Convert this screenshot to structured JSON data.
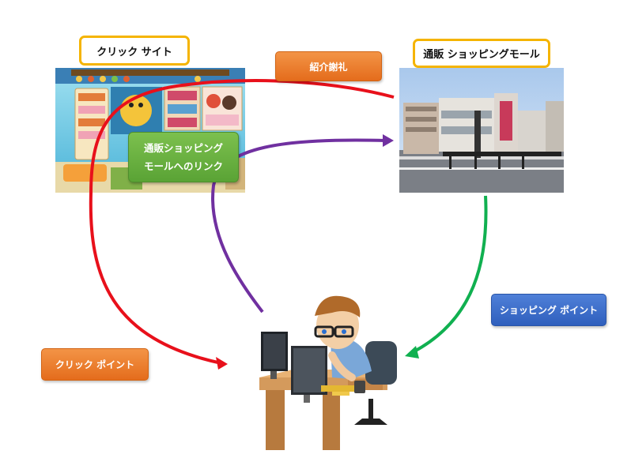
{
  "labels": {
    "click_site": "クリック サイト",
    "mall": "通販 ショッピングモール"
  },
  "buttons": {
    "referral_reward": "紹介謝礼",
    "shopping_point": "ショッピング ポイント",
    "click_point": "クリック ポイント"
  },
  "link_box": {
    "line1": "通販ショッピング",
    "line2": "モールへのリンク"
  },
  "colors": {
    "red_arrow": "#e8101b",
    "purple_arrow": "#7030a0",
    "green_arrow": "#10b050",
    "orange": "#e46c1c",
    "blue": "#2f5fbd",
    "green": "#5aa335",
    "label_border": "#f5b400"
  },
  "images": {
    "click_site_screenshot": "website-screenshot-image",
    "mall_photo": "shopping-mall-photo",
    "user": "person-at-computer-illustration"
  }
}
